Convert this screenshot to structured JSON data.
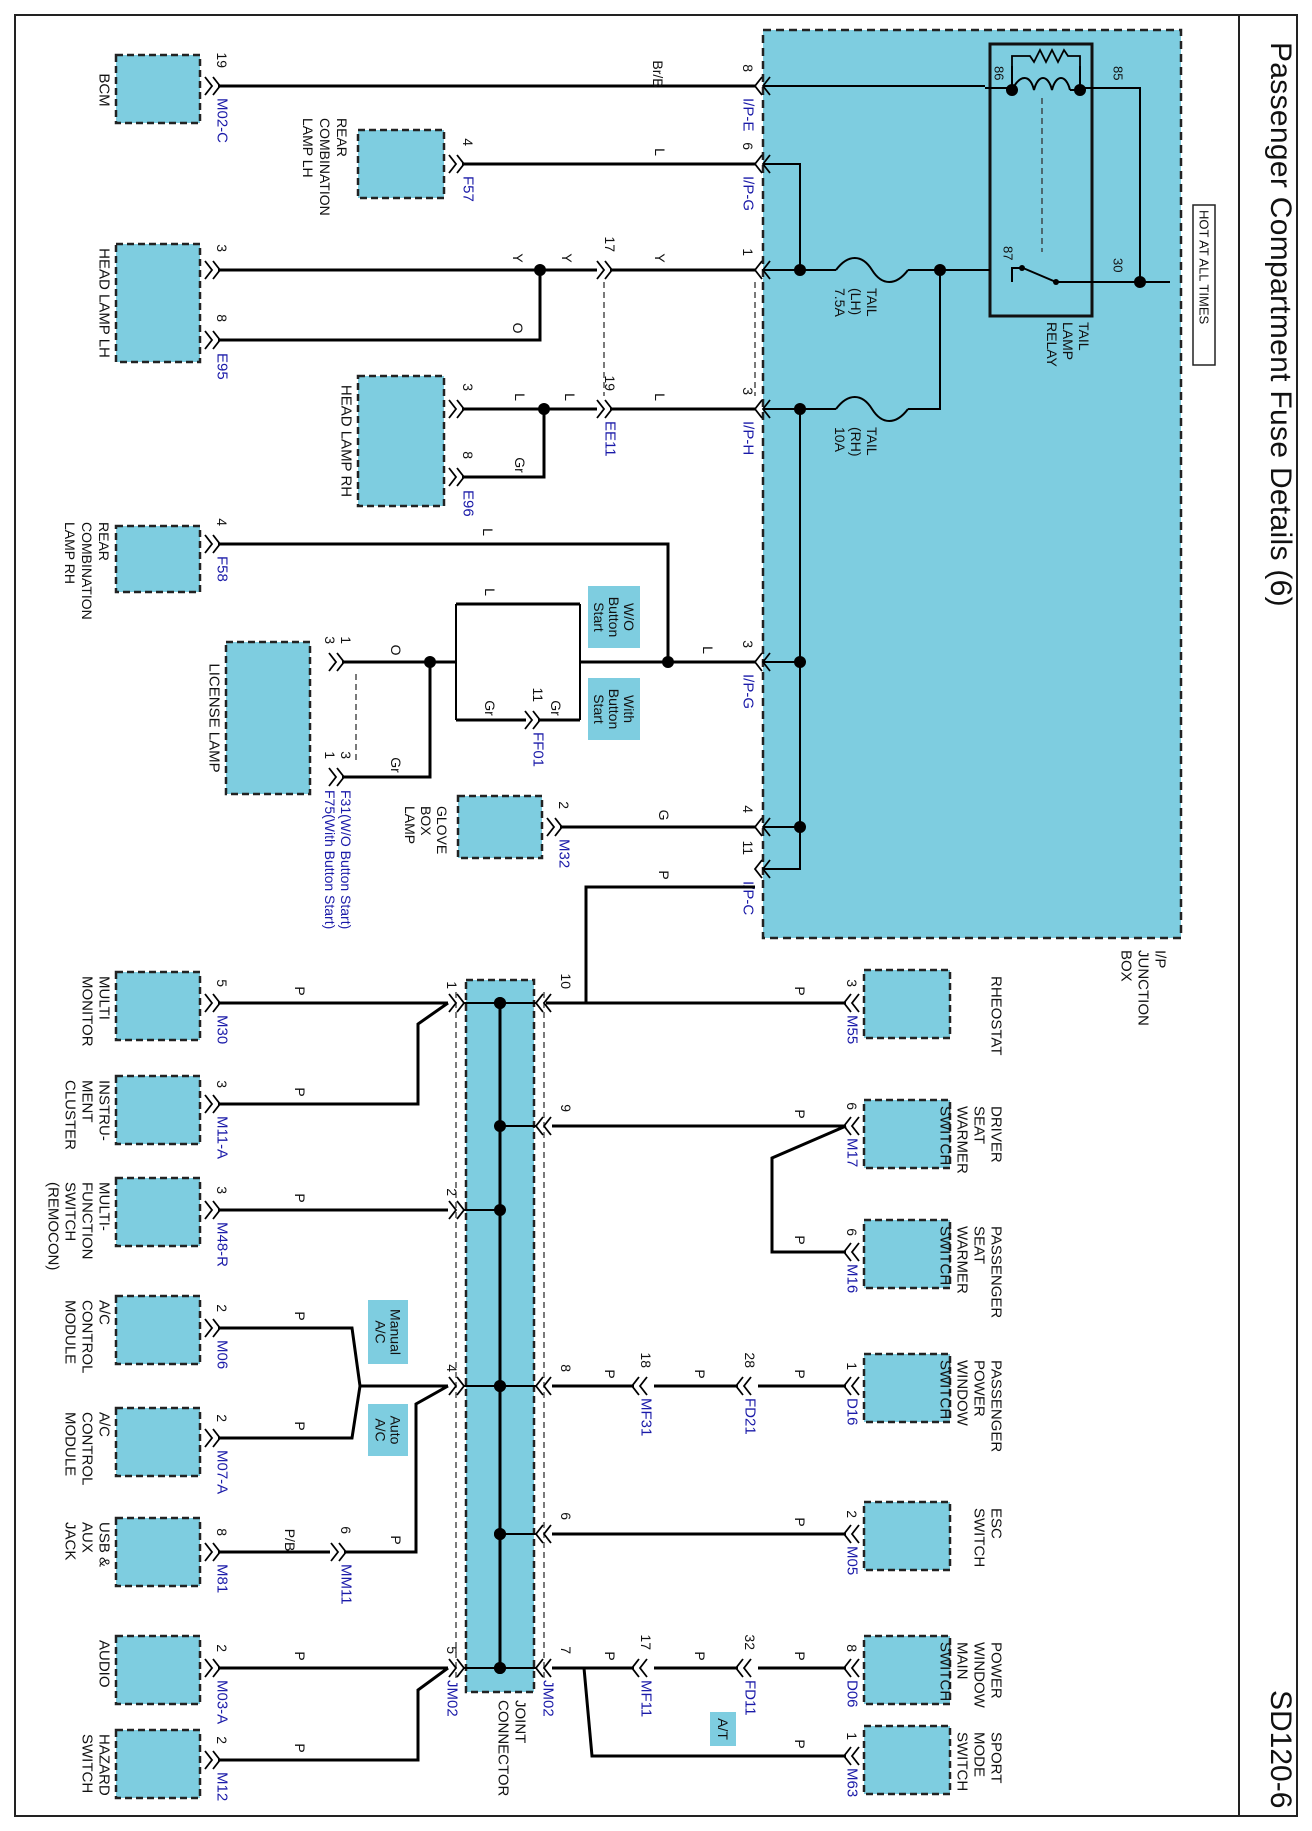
{
  "page": {
    "title": "Passenger Compartment Fuse Details (6)",
    "code": "SD120-6"
  },
  "colors": {
    "box": "#7ecde0",
    "line": "#000000",
    "connector_id": "#1a1aa8"
  },
  "junction_box": {
    "label": [
      "I/P",
      "JUNCTION",
      "BOX"
    ],
    "hot_label": "HOT AT ALL TIMES",
    "relay": {
      "label": [
        "TAIL",
        "LAMP",
        "RELAY"
      ],
      "pins": [
        "86",
        "85",
        "87",
        "30"
      ]
    },
    "fuses": [
      {
        "label": [
          "TAIL",
          "(LH)",
          "7.5A"
        ]
      },
      {
        "label": [
          "TAIL",
          "(RH)",
          "10A"
        ]
      }
    ],
    "terminals": [
      {
        "pin": "8",
        "connector": "I/P-E"
      },
      {
        "pin": "6",
        "connector": "I/P-G"
      },
      {
        "pin": "1",
        "connector": ""
      },
      {
        "pin": "3",
        "connector": "I/P-H"
      },
      {
        "pin": "3",
        "connector": "I/P-G"
      },
      {
        "pin": "4",
        "connector": ""
      },
      {
        "pin": "11",
        "connector": "I/P-C"
      }
    ]
  },
  "components": [
    {
      "label": [
        "BCM"
      ],
      "connector": "M02-C",
      "pin": "19"
    },
    {
      "label": [
        "REAR",
        "COMBINATION",
        "LAMP LH"
      ],
      "connector": "F57",
      "pin": "4"
    },
    {
      "label": [
        "HEAD LAMP LH"
      ],
      "connector": "E95",
      "pins": [
        "3",
        "8"
      ]
    },
    {
      "label": [
        "HEAD LAMP RH"
      ],
      "connector": "E96",
      "pins": [
        "3",
        "8"
      ]
    },
    {
      "label": [
        "REAR",
        "COMBINATION",
        "LAMP RH"
      ],
      "connector": "F58",
      "pin": "4"
    },
    {
      "label": [
        "LICENSE LAMP"
      ],
      "connector_lines": [
        "F31(W/O Button Start)",
        "F75(With Button Start)"
      ],
      "pins": [
        "1",
        "3",
        "3",
        "1"
      ]
    },
    {
      "label": [
        "GLOVE",
        "BOX",
        "LAMP"
      ],
      "connector": "M32",
      "pin": "2"
    },
    {
      "label": [
        "RHEOSTAT"
      ],
      "connector": "M55",
      "pin": "3"
    },
    {
      "label": [
        "DRIVER",
        "SEAT",
        "WARMER",
        "SWITCH"
      ],
      "connector": "M17",
      "pin": "6"
    },
    {
      "label": [
        "PASSENGER",
        "SEAT",
        "WARMER",
        "SWITCH"
      ],
      "connector": "M16",
      "pin": "6"
    },
    {
      "label": [
        "PASSENGER",
        "POWER",
        "WINDOW",
        "SWITCH"
      ],
      "connector": "D16",
      "pin": "1"
    },
    {
      "label": [
        "ESC",
        "SWITCH"
      ],
      "connector": "M05",
      "pin": "2"
    },
    {
      "label": [
        "POWER",
        "WINDOW",
        "MAIN",
        "SWITCH"
      ],
      "connector": "D06",
      "pin": "8"
    },
    {
      "label": [
        "SPORT",
        "MODE",
        "SWITCH"
      ],
      "connector": "M63",
      "pin": "1"
    },
    {
      "label": [
        "MULTI",
        "MONITOR"
      ],
      "connector": "M30",
      "pin": "5"
    },
    {
      "label": [
        "INSTRU-",
        "MENT",
        "CLUSTER"
      ],
      "connector": "M11-A",
      "pin": "3"
    },
    {
      "label": [
        "MULTI-",
        "FUNCTION",
        "SWITCH",
        "(REMOCON)"
      ],
      "connector": "M48-R",
      "pin": "3"
    },
    {
      "label": [
        "A/C",
        "CONTROL",
        "MODULE"
      ],
      "connector": "M06",
      "pin": "2"
    },
    {
      "label": [
        "A/C",
        "CONTROL",
        "MODULE"
      ],
      "connector": "M07-A",
      "pin": "2"
    },
    {
      "label": [
        "USB &",
        "AUX",
        "JACK"
      ],
      "connector": "M81",
      "pin": "8"
    },
    {
      "label": [
        "AUDIO"
      ],
      "connector": "M03-A",
      "pin": "2"
    },
    {
      "label": [
        "HAZARD",
        "SWITCH"
      ],
      "connector": "M12",
      "pin": "2"
    }
  ],
  "joint_connector": {
    "label": [
      "JOINT",
      "CONNECTOR"
    ],
    "connector": "JM02"
  },
  "inline_connectors": [
    {
      "id": "EE11",
      "pins": [
        "17",
        "19"
      ]
    },
    {
      "id": "FF01",
      "pin": "11"
    },
    {
      "id": "MF31",
      "pin": "18"
    },
    {
      "id": "FD21",
      "pin": "28"
    },
    {
      "id": "MF11",
      "pin": "17"
    },
    {
      "id": "FD11",
      "pin": "32"
    },
    {
      "id": "MM11",
      "pin": "6"
    }
  ],
  "options": [
    "W/O Button Start",
    "With Button Start",
    "Manual A/C",
    "Auto A/C",
    "A/T"
  ],
  "wire_colors": [
    "Br/B",
    "L",
    "Y",
    "O",
    "Gr",
    "G",
    "P",
    "P/B"
  ]
}
